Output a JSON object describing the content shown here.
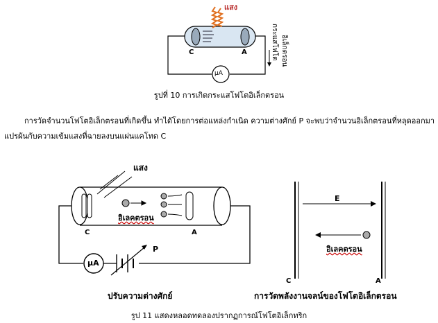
{
  "figure10": {
    "light_label": "แสง",
    "cathode_label": "C",
    "anode_label": "A",
    "current_label": "กระแสโฟโต",
    "electron_label": "อิเล็กตรอน",
    "meter_label": "μA",
    "caption": "รูปที่ 10 การเกิดกระแสโฟโตอิเล็กตรอน"
  },
  "paragraph": {
    "line1": "การวัดจำนวนโฟโตอิเล็กตรอนที่เกิดขึ้น ทำได้โดยการต่อแหล่งกำเนิด ความต่างศักย์ P จะพบว่าจำนวนอิเล็กตรอนที่หลุดออกมา",
    "line2": "แปรผันกับความเข้มแสงที่ฉายลงบนแผ่นแคโทด C"
  },
  "figure11": {
    "light_label": "แสง",
    "electron_label": "อิเลคตรอน",
    "cathode_label": "C",
    "anode_label": "A",
    "potential_label": "P",
    "meter_label": "μA",
    "left_caption": "ปรับความต่างศักย์",
    "field_label": "E",
    "field_electron_label": "อิเลคตรอน",
    "plate_c_label": "C",
    "plate_a_label": "A",
    "right_caption": "การวัดพลังงานจลน์ของโฟโตอิเล็กตรอน",
    "caption": "รูป 11 แสดงหลอดทดลองปรากฏการณ์โฟโตอิเล็กทริก"
  }
}
